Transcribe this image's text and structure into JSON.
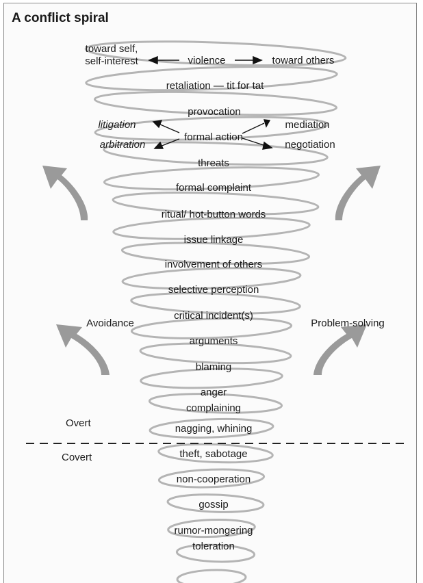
{
  "title": "A conflict spiral",
  "top": {
    "left_line1": "toward self,",
    "left_line2": "self-interest",
    "center": "violence",
    "right": "toward others"
  },
  "levels": [
    "retaliation — tit for tat",
    "provocation",
    "formal action",
    "threats",
    "formal complaint",
    "ritual/ hot-button words",
    "issue linkage",
    "involvement of others",
    "selective perception",
    "critical incident(s)",
    "arguments",
    "blaming",
    "anger",
    "complaining",
    "nagging, whining",
    "theft, sabotage",
    "non-cooperation",
    "gossip",
    "rumor-mongering",
    "toleration"
  ],
  "branches": {
    "litigation": "litigation",
    "arbitration": "arbitration",
    "mediation": "mediation",
    "negotiation": "negotiation"
  },
  "sides": {
    "avoidance": "Avoidance",
    "problem_solving": "Problem-solving"
  },
  "divider": {
    "overt": "Overt",
    "covert": "Covert"
  },
  "colors": {
    "spiral": "#b4b4b4",
    "big_arrows": "#9a9a9a",
    "text": "#1a1a1a"
  }
}
